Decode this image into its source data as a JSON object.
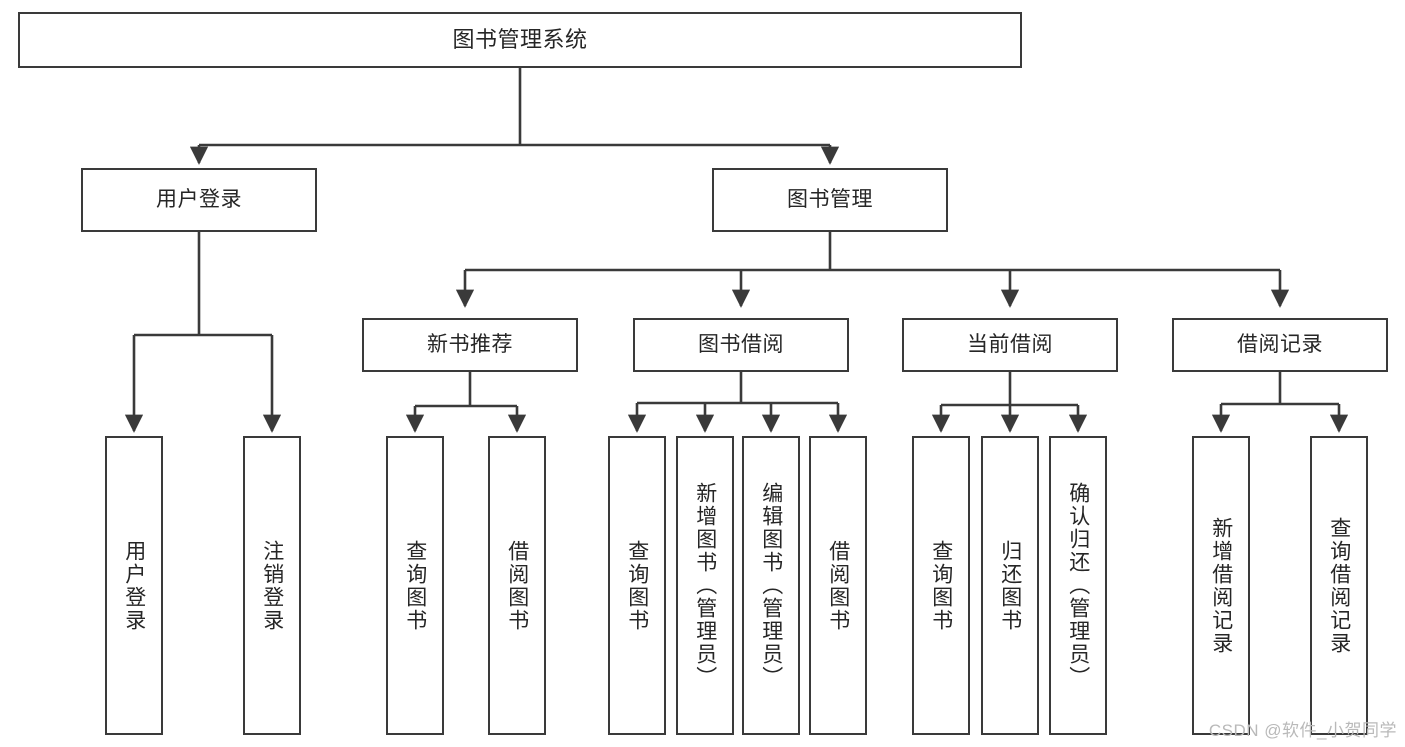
{
  "diagram": {
    "title": "图书管理系统",
    "type": "tree-hierarchy",
    "root": {
      "id": "root",
      "label": "图书管理系统"
    },
    "level2": [
      {
        "id": "user-login",
        "label": "用户登录"
      },
      {
        "id": "book-manage",
        "label": "图书管理"
      }
    ],
    "level3": [
      {
        "id": "new-book-recommend",
        "label": "新书推荐",
        "parent": "book-manage"
      },
      {
        "id": "book-borrow",
        "label": "图书借阅",
        "parent": "book-manage"
      },
      {
        "id": "current-borrow",
        "label": "当前借阅",
        "parent": "book-manage"
      },
      {
        "id": "borrow-record",
        "label": "借阅记录",
        "parent": "book-manage"
      }
    ],
    "leaves": [
      {
        "id": "leaf-user-login",
        "label": "用户登录",
        "parent": "user-login"
      },
      {
        "id": "leaf-logout-login",
        "label": "注销登录",
        "parent": "user-login"
      },
      {
        "id": "leaf-query-book-1",
        "label": "查询图书",
        "parent": "new-book-recommend"
      },
      {
        "id": "leaf-borrow-book-1",
        "label": "借阅图书",
        "parent": "new-book-recommend"
      },
      {
        "id": "leaf-query-book-2",
        "label": "查询图书",
        "parent": "book-borrow"
      },
      {
        "id": "leaf-add-book",
        "label": "新增图书（管理员）",
        "parent": "book-borrow"
      },
      {
        "id": "leaf-edit-book",
        "label": "编辑图书（管理员）",
        "parent": "book-borrow"
      },
      {
        "id": "leaf-borrow-book-2",
        "label": "借阅图书",
        "parent": "book-borrow"
      },
      {
        "id": "leaf-query-book-3",
        "label": "查询图书",
        "parent": "current-borrow"
      },
      {
        "id": "leaf-return-book",
        "label": "归还图书",
        "parent": "current-borrow"
      },
      {
        "id": "leaf-confirm-return",
        "label": "确认归还（管理员）",
        "parent": "current-borrow"
      },
      {
        "id": "leaf-add-record",
        "label": "新增借阅记录",
        "parent": "borrow-record"
      },
      {
        "id": "leaf-query-record",
        "label": "查询借阅记录",
        "parent": "borrow-record"
      }
    ],
    "colors": {
      "stroke": "#3a3a3a",
      "text": "#262626",
      "background": "#ffffff",
      "watermark": "#b9b9b9"
    }
  },
  "watermark": {
    "text": "CSDN @软件_小贺同学"
  }
}
